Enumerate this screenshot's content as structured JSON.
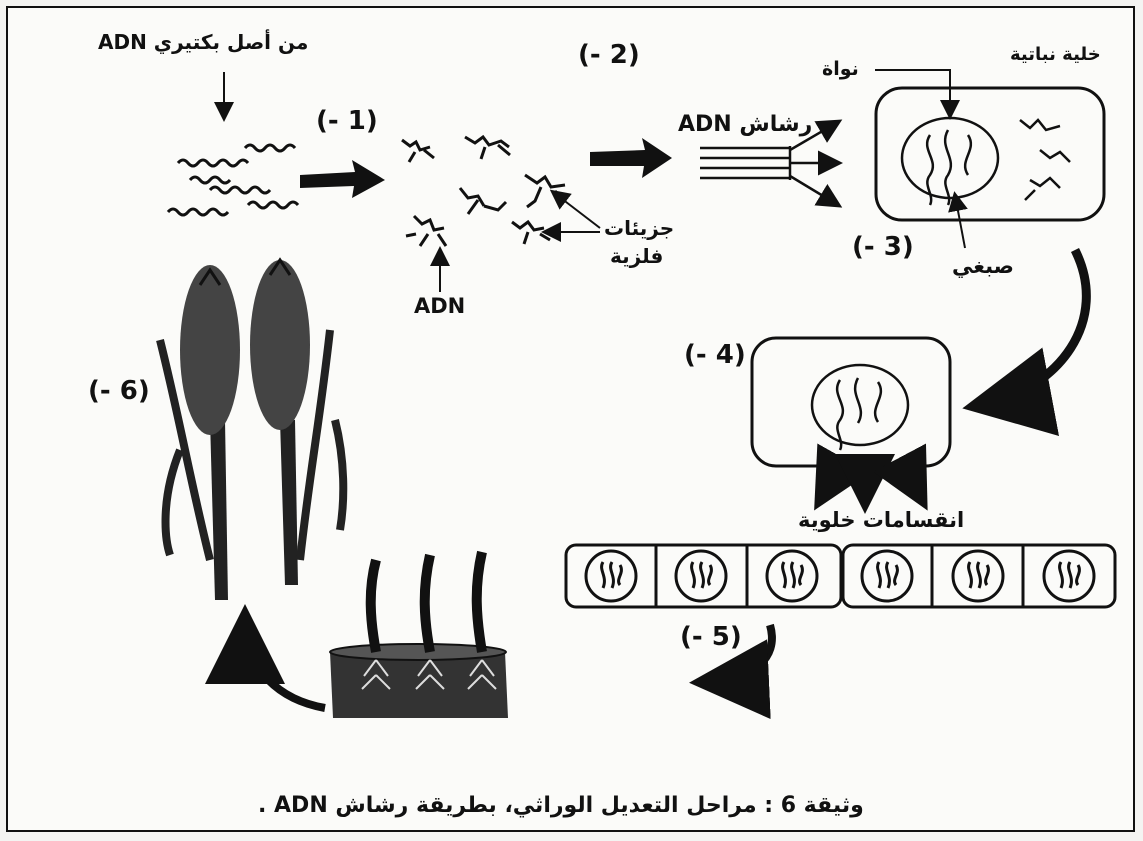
{
  "labels": {
    "bacterial_dna": "ADN من أصل بكتيري",
    "dna_under_particles": "ADN",
    "metal_particles_line1": "جزيئات",
    "metal_particles_line2": "فلزية",
    "dna_spray": "رشاش ADN",
    "plant_cell": "خلية نباتية",
    "nucleus": "نواة",
    "chromosome": "صبغي",
    "cell_divisions": "انقسامات خلوية"
  },
  "steps": {
    "s1": "(- 1)",
    "s2": "(- 2)",
    "s3": "(- 3)",
    "s4": "(- 4)",
    "s5": "(- 5)",
    "s6": "(- 6)"
  },
  "caption": "وثيقة 6 : مراحل التعديل الوراثي، بطريقة رشاش ADN ."
}
